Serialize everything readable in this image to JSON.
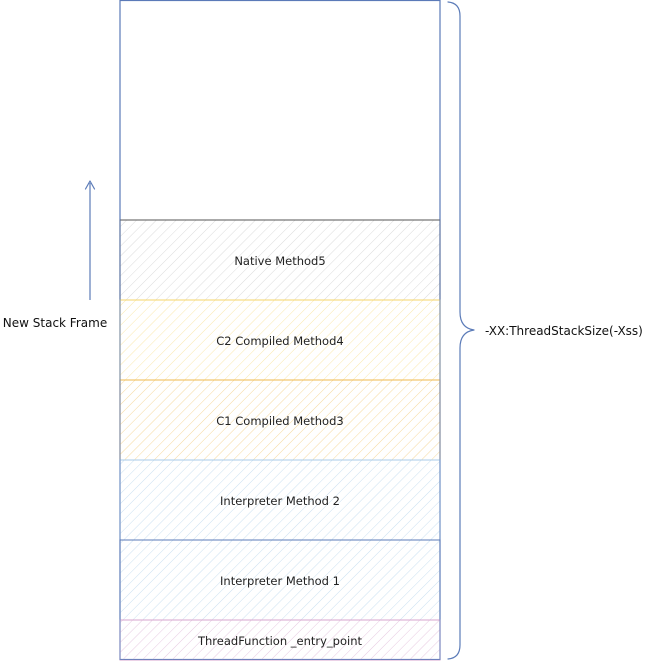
{
  "colors": {
    "outline": "#5b7bb8",
    "frame_border": "#555555",
    "native": "#b0b0b0",
    "c2": "#f5d56a",
    "c1": "#efb94e",
    "interpreter": "#a9cbe8",
    "thread_function": "#d7a6cf",
    "arrow": "#5b7bb8"
  },
  "stack": {
    "frames": [
      {
        "label": "Native Method5",
        "hatch": "native"
      },
      {
        "label": "C2 Compiled Method4",
        "hatch": "c2"
      },
      {
        "label": "C1 Compiled Method3",
        "hatch": "c1"
      },
      {
        "label": "Interpreter Method 2",
        "hatch": "interpreter"
      },
      {
        "label": "Interpreter Method 1",
        "hatch": "interpreter"
      },
      {
        "label": "ThreadFunction _entry_point",
        "hatch": "thread_function"
      }
    ]
  },
  "labels": {
    "growth": "New Stack Frame",
    "size": "-XX:ThreadStackSize(-Xss)"
  },
  "icons": {
    "growth_arrow": "arrow-up-icon",
    "size_brace": "curly-brace-icon"
  }
}
